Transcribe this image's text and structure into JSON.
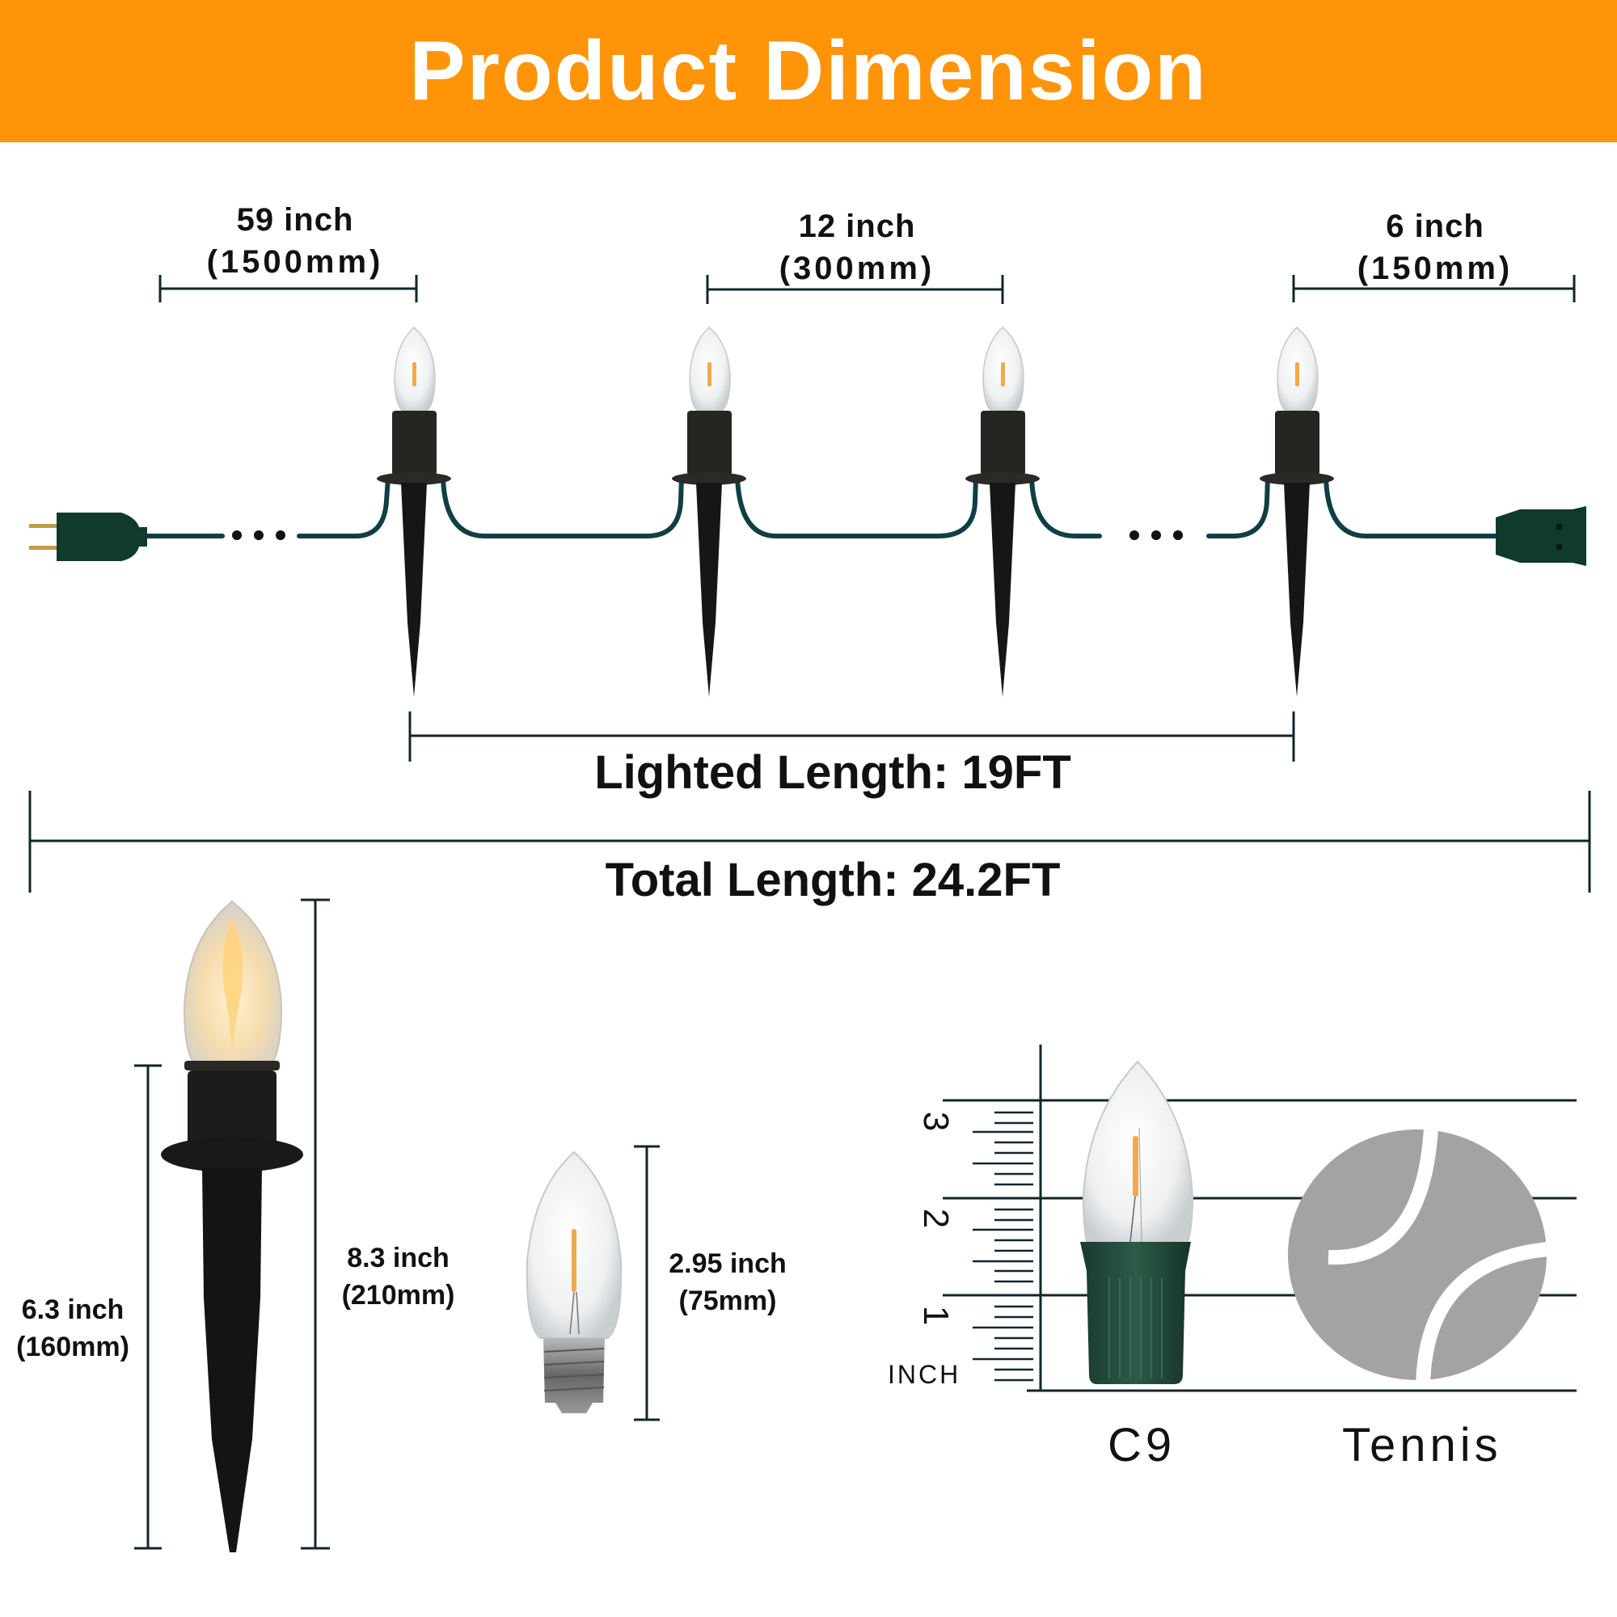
{
  "header": {
    "title": "Product Dimension",
    "background_color": "#FF9408",
    "text_color": "#FFFFFF"
  },
  "string_diagram": {
    "lead_cord": {
      "inch": "59 inch",
      "mm": "(1500mm)"
    },
    "bulb_spacing": {
      "inch": "12 inch",
      "mm": "(300mm)"
    },
    "end_cord": {
      "inch": "6 inch",
      "mm": "(150mm)"
    },
    "lighted_length": "Lighted Length: 19FT",
    "total_length": "Total Length: 24.2FT",
    "ellipsis": "• • •",
    "bulb_count_shown": 4,
    "cord_color": "#0E3F44",
    "plug_color": "#0F3A2C"
  },
  "stake_detail": {
    "stake_height": {
      "inch": "6.3 inch",
      "mm": "(160mm)"
    },
    "total_height": {
      "inch": "8.3 inch",
      "mm": "(210mm)"
    }
  },
  "bulb_detail": {
    "height": {
      "inch": "2.95 inch",
      "mm": "(75mm)"
    }
  },
  "size_comparison": {
    "ruler_unit": "INCH",
    "ruler_marks": [
      "1",
      "2",
      "3"
    ],
    "items": [
      {
        "label": "C9"
      },
      {
        "label": "Tennis"
      }
    ],
    "tennis_color": "#A3A3A3",
    "socket_color": "#1F4A3A"
  }
}
